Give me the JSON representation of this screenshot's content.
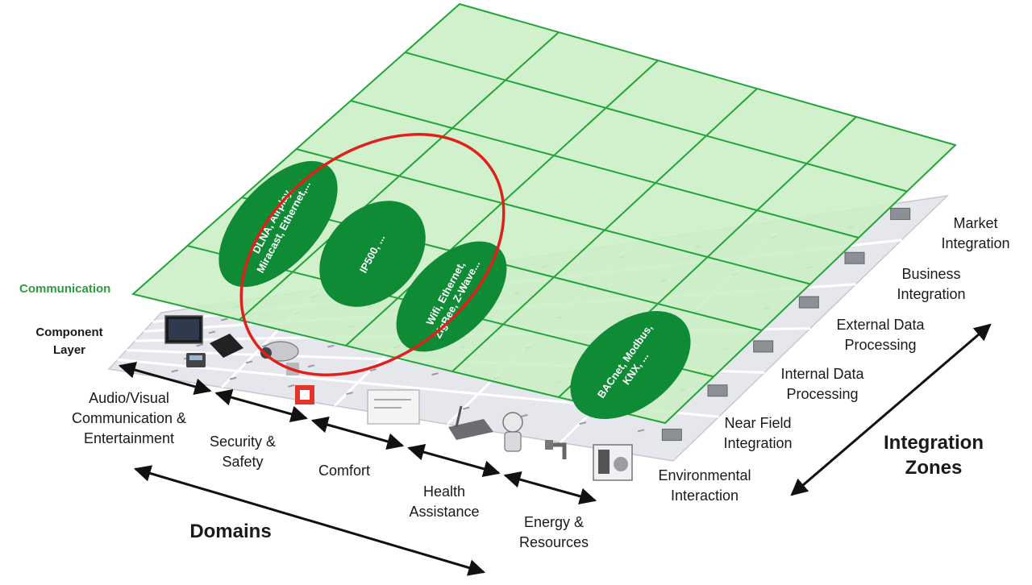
{
  "layers": {
    "communication": "Communication",
    "component": "Component\nLayer"
  },
  "protocols": [
    "DLNA, Airplay,\nMiracast, Ethernet,...",
    "IP500, ...",
    "Wifi, Ethernet,\nZigBee, Z-Wave...",
    "BACnet, Modbus,\nKNX, ..."
  ],
  "domains": {
    "title": "Domains",
    "items": [
      "Audio/Visual\nCommunication &\nEntertainment",
      "Security &\nSafety",
      "Comfort",
      "Health\nAssistance",
      "Energy &\nResources"
    ]
  },
  "zones": {
    "title": "Integration\nZones",
    "items": [
      "Market\nIntegration",
      "Business\nIntegration",
      "External Data\nProcessing",
      "Internal Data\nProcessing",
      "Near Field\nIntegration",
      "Environmental\nInteraction"
    ]
  },
  "colors": {
    "plane_fill": "#c9efc4",
    "plane_grid": "#22a43a",
    "ellipse": "#0f8a35",
    "highlight": "#e0201b",
    "base_fill": "#e6e7ec",
    "base_grid": "#ffffff"
  }
}
